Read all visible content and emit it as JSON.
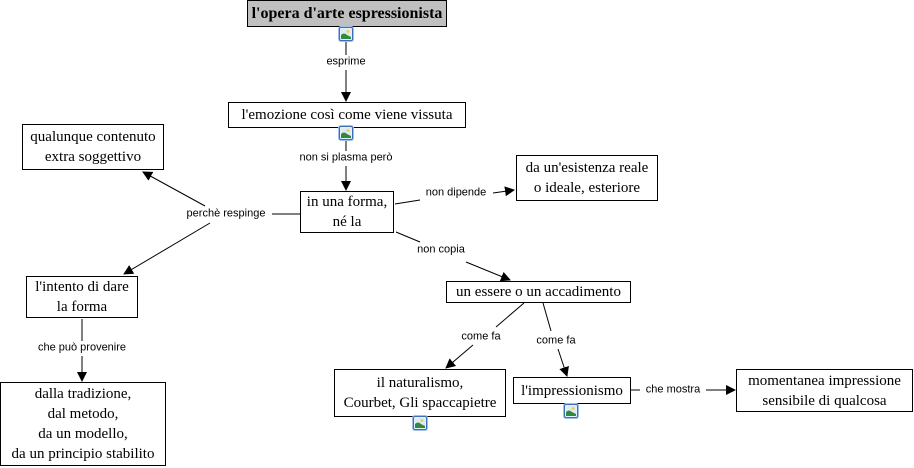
{
  "concepts": {
    "root": "l'opera d'arte espressionista",
    "emozione": "l'emozione così come viene vissuta",
    "forma": "in una forma,\nné la",
    "contenuto": "qualunque contenuto\nextra soggettivo",
    "esistenza": "da un'esistenza reale\no ideale, esteriore",
    "intento": "l'intento di dare\nla forma",
    "tradizione": "dalla tradizione,\ndal metodo,\nda un modello,\nda un principio stabilito",
    "essere": "un essere o un accadimento",
    "naturalismo": "il naturalismo,\nCourbet, Gli spaccapietre",
    "impressionismo": "l'impressionismo",
    "momentanea": "momentanea impressione\nsensibile di qualcosa"
  },
  "links": {
    "esprime": "esprime",
    "non_si_plasma": "non si plasma però",
    "perche_respinge": "perchè respinge",
    "non_dipende": "non dipende",
    "non_copia": "non copia",
    "che_puo_provenire": "che può provenire",
    "come_fa_1": "come fa",
    "come_fa_2": "come fa",
    "che_mostra": "che mostra"
  },
  "icons": {
    "resource": "image-resource-icon"
  },
  "colors": {
    "root_fill": "#c0c0c0",
    "node_fill": "#ffffff",
    "line": "#000000",
    "icon_border": "#3b6fb6"
  }
}
